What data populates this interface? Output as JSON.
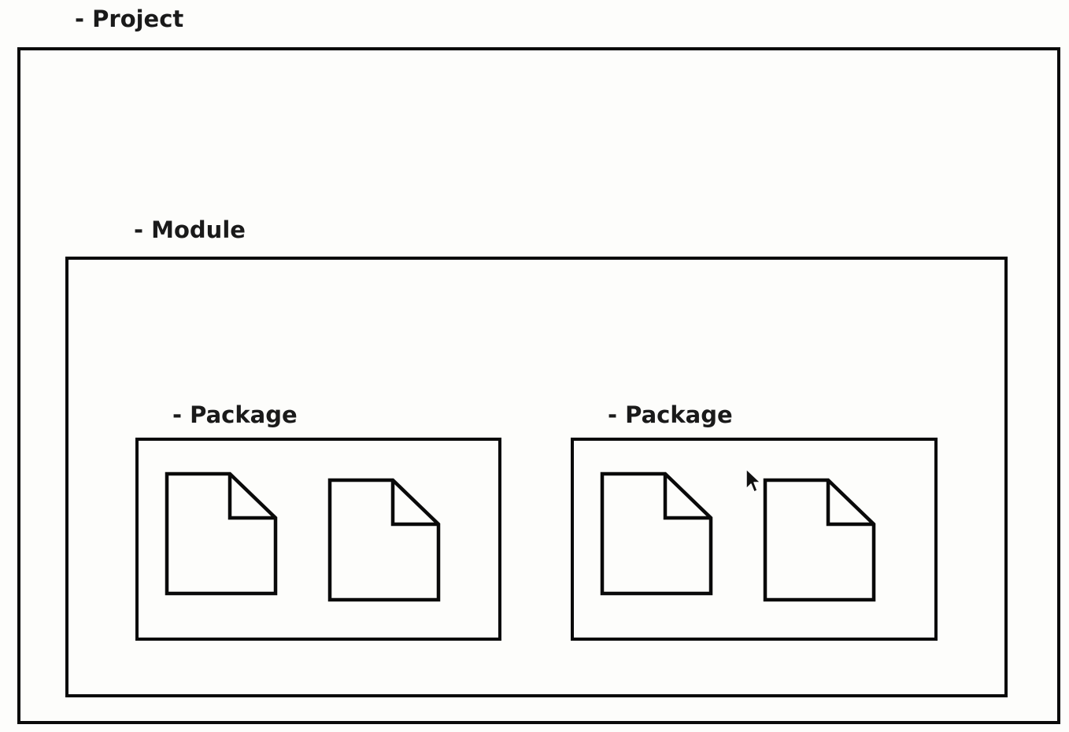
{
  "project": {
    "label": "- Project"
  },
  "module": {
    "label": "- Module"
  },
  "packages": [
    {
      "label": "- Package",
      "files": [
        "file-icon",
        "file-icon"
      ]
    },
    {
      "label": "- Package",
      "files": [
        "file-icon",
        "file-icon"
      ]
    }
  ],
  "colors": {
    "stroke": "#0a0a0a",
    "background": "#fdfdfb",
    "text": "#1a1a1a"
  },
  "icons": {
    "file": "file-icon",
    "cursor": "mouse-pointer-icon"
  }
}
